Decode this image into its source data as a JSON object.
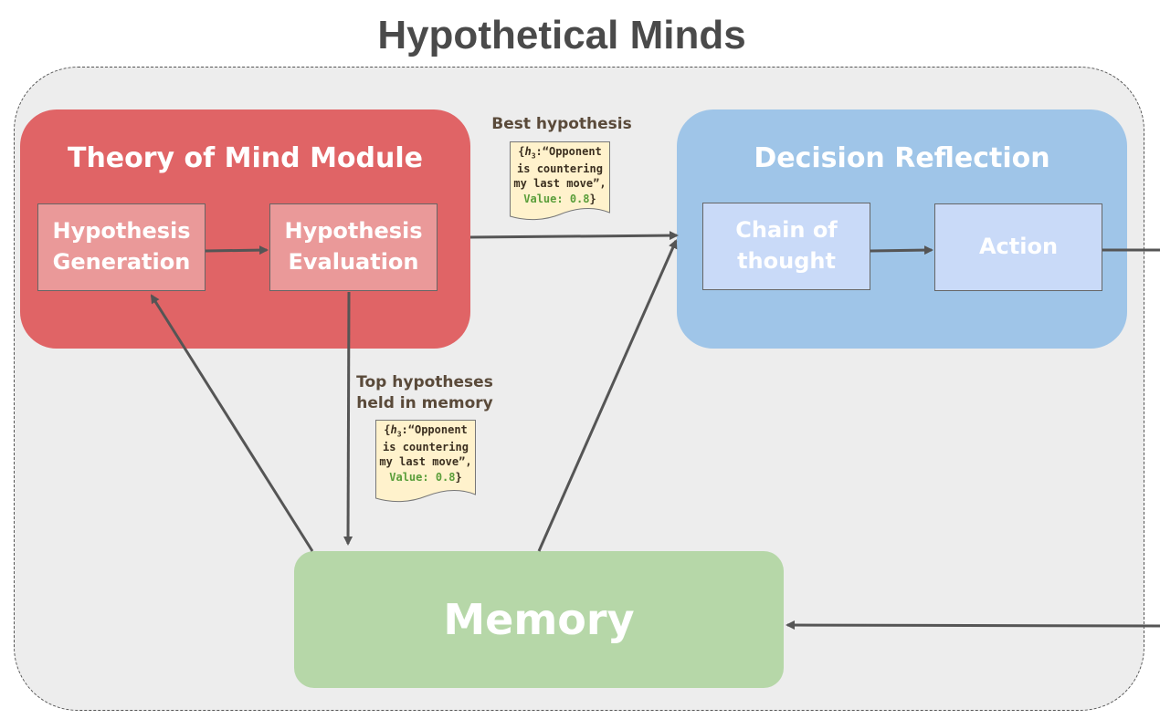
{
  "title": "Hypothetical Minds",
  "tom": {
    "title": "Theory of Mind Module",
    "generation": "Hypothesis Generation",
    "evaluation": "Hypothesis Evaluation"
  },
  "dr": {
    "title": "Decision Reflection",
    "cot": "Chain of thought",
    "action": "Action"
  },
  "memory": "Memory",
  "labels": {
    "best": "Best hypothesis",
    "top_line1": "Top hypotheses",
    "top_line2": "held in memory"
  },
  "note": {
    "open": "{",
    "h": "h",
    "sub": "3",
    "line1_rest": ":“Opponent",
    "line2": "is countering",
    "line3": "my last move”,",
    "value": "Value: 0.8",
    "close": "}"
  },
  "colors": {
    "tom": "#e06466",
    "tom_box": "#ea9999",
    "dr": "#9fc5e8",
    "dr_box": "#c9daf8",
    "memory": "#b6d7a8",
    "note": "#fff2cc",
    "value_text": "#5a9e3a"
  }
}
